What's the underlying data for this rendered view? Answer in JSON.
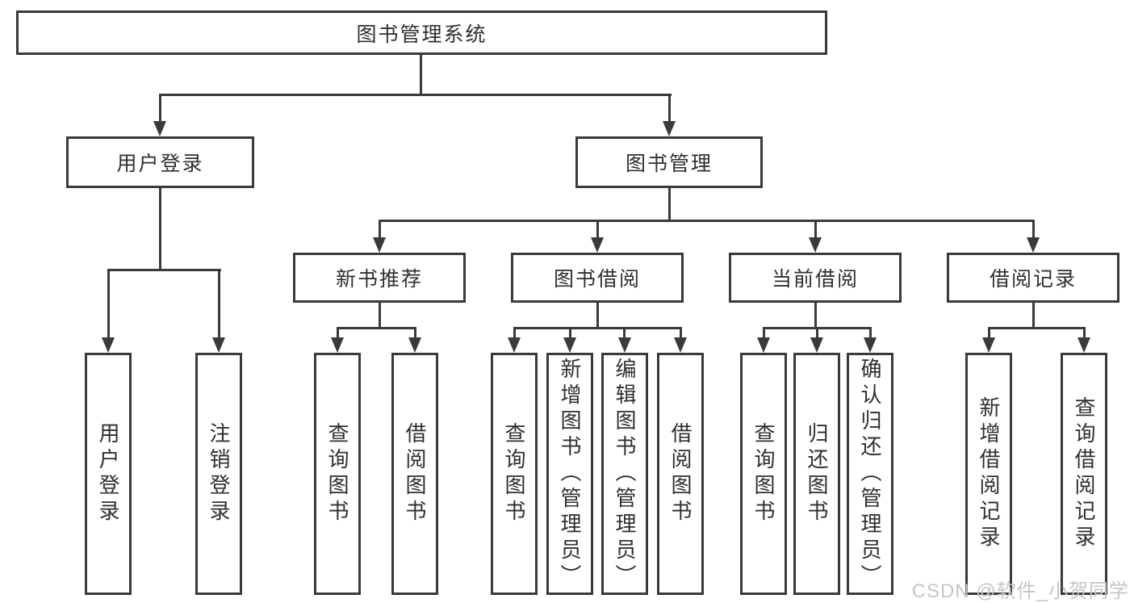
{
  "root": {
    "label": "图书管理系统"
  },
  "level2": {
    "user_login": {
      "label": "用户登录"
    },
    "book_mgmt": {
      "label": "图书管理"
    }
  },
  "level3": {
    "new_books": {
      "label": "新书推荐"
    },
    "borrowing": {
      "label": "图书借阅"
    },
    "current": {
      "label": "当前借阅"
    },
    "records": {
      "label": "借阅记录"
    }
  },
  "leaves": {
    "user_login": [
      "用户登录",
      "注销登录"
    ],
    "new_books": [
      "查询图书",
      "借阅图书"
    ],
    "borrowing": [
      "查询图书",
      "新增图书（管理员）",
      "编辑图书（管理员）",
      "借阅图书"
    ],
    "current": [
      "查询图书",
      "归还图书",
      "确认归还（管理员）"
    ],
    "records": [
      "新增借阅记录",
      "查询借阅记录"
    ]
  },
  "watermark": {
    "text": "CSDN @软件_小贺同学"
  },
  "colors": {
    "line": "#3a3a3a",
    "text": "#2f2f2f",
    "watermark": "#c5c5c5",
    "background": "#ffffff"
  }
}
